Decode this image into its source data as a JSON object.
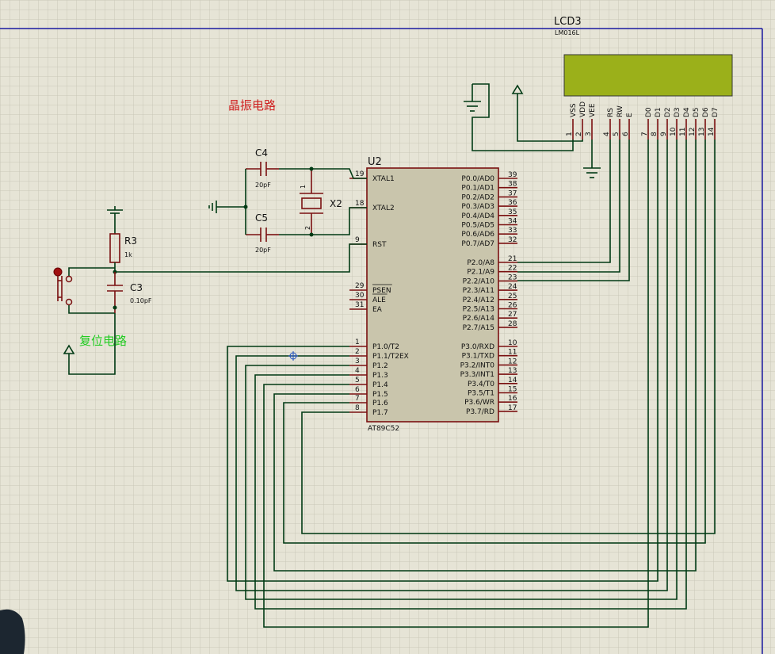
{
  "colors": {
    "background": "#e6e4d6",
    "grid": "#c9c7b8",
    "wire": "#003a14",
    "component": "#7a1010",
    "chip_fill": "#c9c5ac",
    "lcd_screen": "#9bb01a",
    "note_red": "#d02020",
    "note_green": "#22cc22",
    "border": "#1a1aa0"
  },
  "labels": {
    "crystal_note": "晶振电路",
    "reset_note": "复位电路",
    "mcu_ref": "U2",
    "mcu_part": "AT89C52",
    "lcd_ref": "LCD3",
    "lcd_part": "LM016L",
    "c4_ref": "C4",
    "c4_val": "20pF",
    "c5_ref": "C5",
    "c5_val": "20pF",
    "x2_ref": "X2",
    "r3_ref": "R3",
    "r3_val": "1k",
    "c3_ref": "C3",
    "c3_val": "0.10pF"
  },
  "mcu_left_pins": [
    {
      "num": "19",
      "name": "XTAL1"
    },
    {
      "num": "18",
      "name": "XTAL2"
    },
    {
      "num": "9",
      "name": "RST"
    },
    {
      "num": "29",
      "name": "PSEN"
    },
    {
      "num": "30",
      "name": "ALE"
    },
    {
      "num": "31",
      "name": "EA"
    },
    {
      "num": "1",
      "name": "P1.0/T2"
    },
    {
      "num": "2",
      "name": "P1.1/T2EX"
    },
    {
      "num": "3",
      "name": "P1.2"
    },
    {
      "num": "4",
      "name": "P1.3"
    },
    {
      "num": "5",
      "name": "P1.4"
    },
    {
      "num": "6",
      "name": "P1.5"
    },
    {
      "num": "7",
      "name": "P1.6"
    },
    {
      "num": "8",
      "name": "P1.7"
    }
  ],
  "mcu_right_pins": [
    {
      "num": "39",
      "name": "P0.0/AD0"
    },
    {
      "num": "38",
      "name": "P0.1/AD1"
    },
    {
      "num": "37",
      "name": "P0.2/AD2"
    },
    {
      "num": "36",
      "name": "P0.3/AD3"
    },
    {
      "num": "35",
      "name": "P0.4/AD4"
    },
    {
      "num": "34",
      "name": "P0.5/AD5"
    },
    {
      "num": "33",
      "name": "P0.6/AD6"
    },
    {
      "num": "32",
      "name": "P0.7/AD7"
    },
    {
      "num": "21",
      "name": "P2.0/A8"
    },
    {
      "num": "22",
      "name": "P2.1/A9"
    },
    {
      "num": "23",
      "name": "P2.2/A10"
    },
    {
      "num": "24",
      "name": "P2.3/A11"
    },
    {
      "num": "25",
      "name": "P2.4/A12"
    },
    {
      "num": "26",
      "name": "P2.5/A13"
    },
    {
      "num": "27",
      "name": "P2.6/A14"
    },
    {
      "num": "28",
      "name": "P2.7/A15"
    },
    {
      "num": "10",
      "name": "P3.0/RXD"
    },
    {
      "num": "11",
      "name": "P3.1/TXD"
    },
    {
      "num": "12",
      "name": "P3.2/INT0"
    },
    {
      "num": "13",
      "name": "P3.3/INT1"
    },
    {
      "num": "14",
      "name": "P3.4/T0"
    },
    {
      "num": "15",
      "name": "P3.5/T1"
    },
    {
      "num": "16",
      "name": "P3.6/WR"
    },
    {
      "num": "17",
      "name": "P3.7/RD"
    }
  ],
  "lcd_pins": [
    {
      "name": "VSS",
      "num": "1"
    },
    {
      "name": "VDD",
      "num": "2"
    },
    {
      "name": "VEE",
      "num": "3"
    },
    {
      "name": "RS",
      "num": "4"
    },
    {
      "name": "RW",
      "num": "5"
    },
    {
      "name": "E",
      "num": "6"
    },
    {
      "name": "D0",
      "num": "7"
    },
    {
      "name": "D1",
      "num": "8"
    },
    {
      "name": "D2",
      "num": "9"
    },
    {
      "name": "D3",
      "num": "10"
    },
    {
      "name": "D4",
      "num": "11"
    },
    {
      "name": "D5",
      "num": "12"
    },
    {
      "name": "D6",
      "num": "13"
    },
    {
      "name": "D7",
      "num": "14"
    }
  ],
  "crystal_pins": {
    "top": "1",
    "bottom": "2"
  }
}
